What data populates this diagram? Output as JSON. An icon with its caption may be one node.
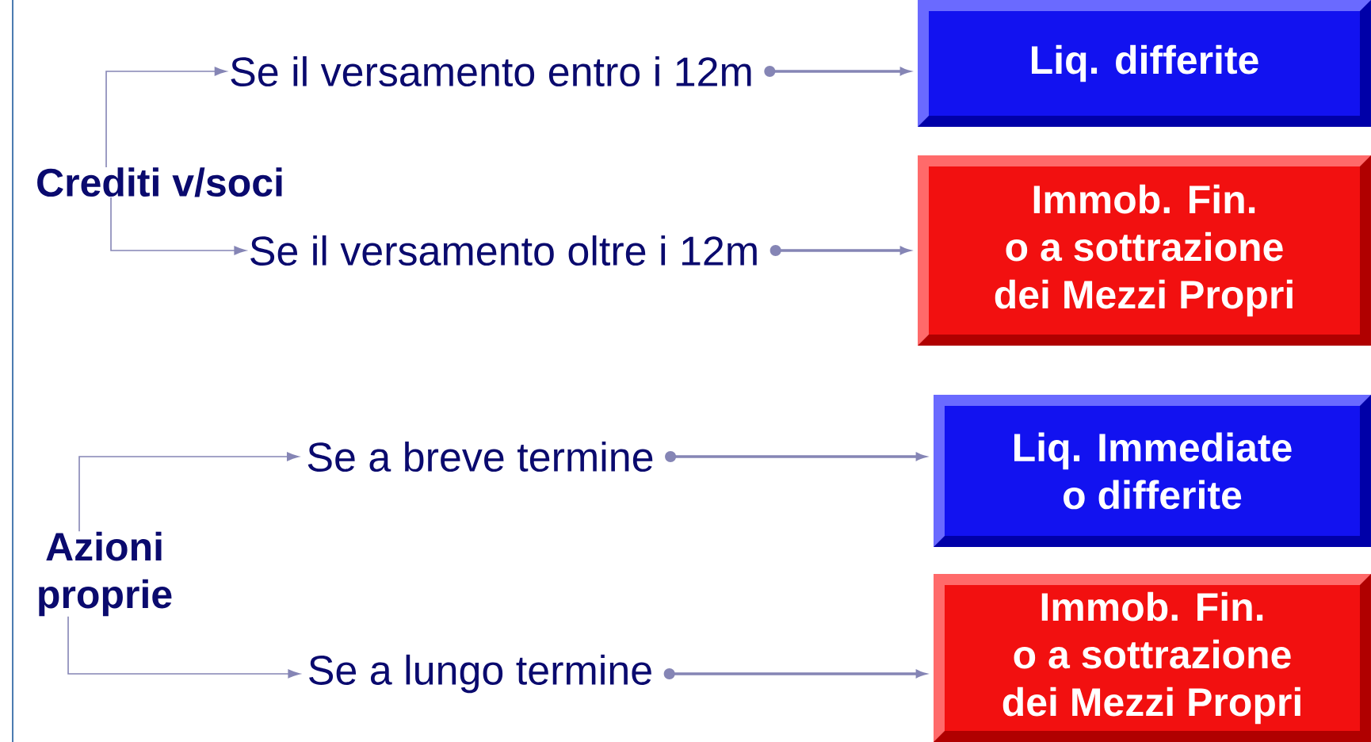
{
  "diagram": {
    "nodes": [
      {
        "text": [
          "Crediti v/soci"
        ]
      },
      {
        "text": [
          "Se il versamento entro i 12m"
        ]
      },
      {
        "text": [
          "Se il versamento oltre i 12m"
        ]
      },
      {
        "text": [
          "Liq. differite"
        ]
      },
      {
        "text": [
          "Immob. Fin. o a sottrazione dei Mezzi Propri"
        ]
      },
      {
        "text": [
          "Azioni proprie"
        ]
      },
      {
        "text": [
          "Se a breve termine"
        ]
      },
      {
        "text": [
          "Se a lungo termine"
        ]
      },
      {
        "text": [
          "Liq. Immediate o differite"
        ]
      },
      {
        "text": [
          "Immob. Fin. o a sottrazione dei Mezzi Propri"
        ]
      }
    ],
    "edges": [
      {
        "from": 0,
        "to": 1,
        "arrow": "to"
      },
      {
        "from": 0,
        "to": 2,
        "arrow": "to"
      },
      {
        "from": 1,
        "to": 3,
        "arrow": "to"
      },
      {
        "from": 2,
        "to": 4,
        "arrow": "to"
      },
      {
        "from": 5,
        "to": 6,
        "arrow": "to"
      },
      {
        "from": 5,
        "to": 7,
        "arrow": "to"
      },
      {
        "from": 6,
        "to": 8,
        "arrow": "to"
      },
      {
        "from": 7,
        "to": 9,
        "arrow": "to"
      }
    ]
  }
}
